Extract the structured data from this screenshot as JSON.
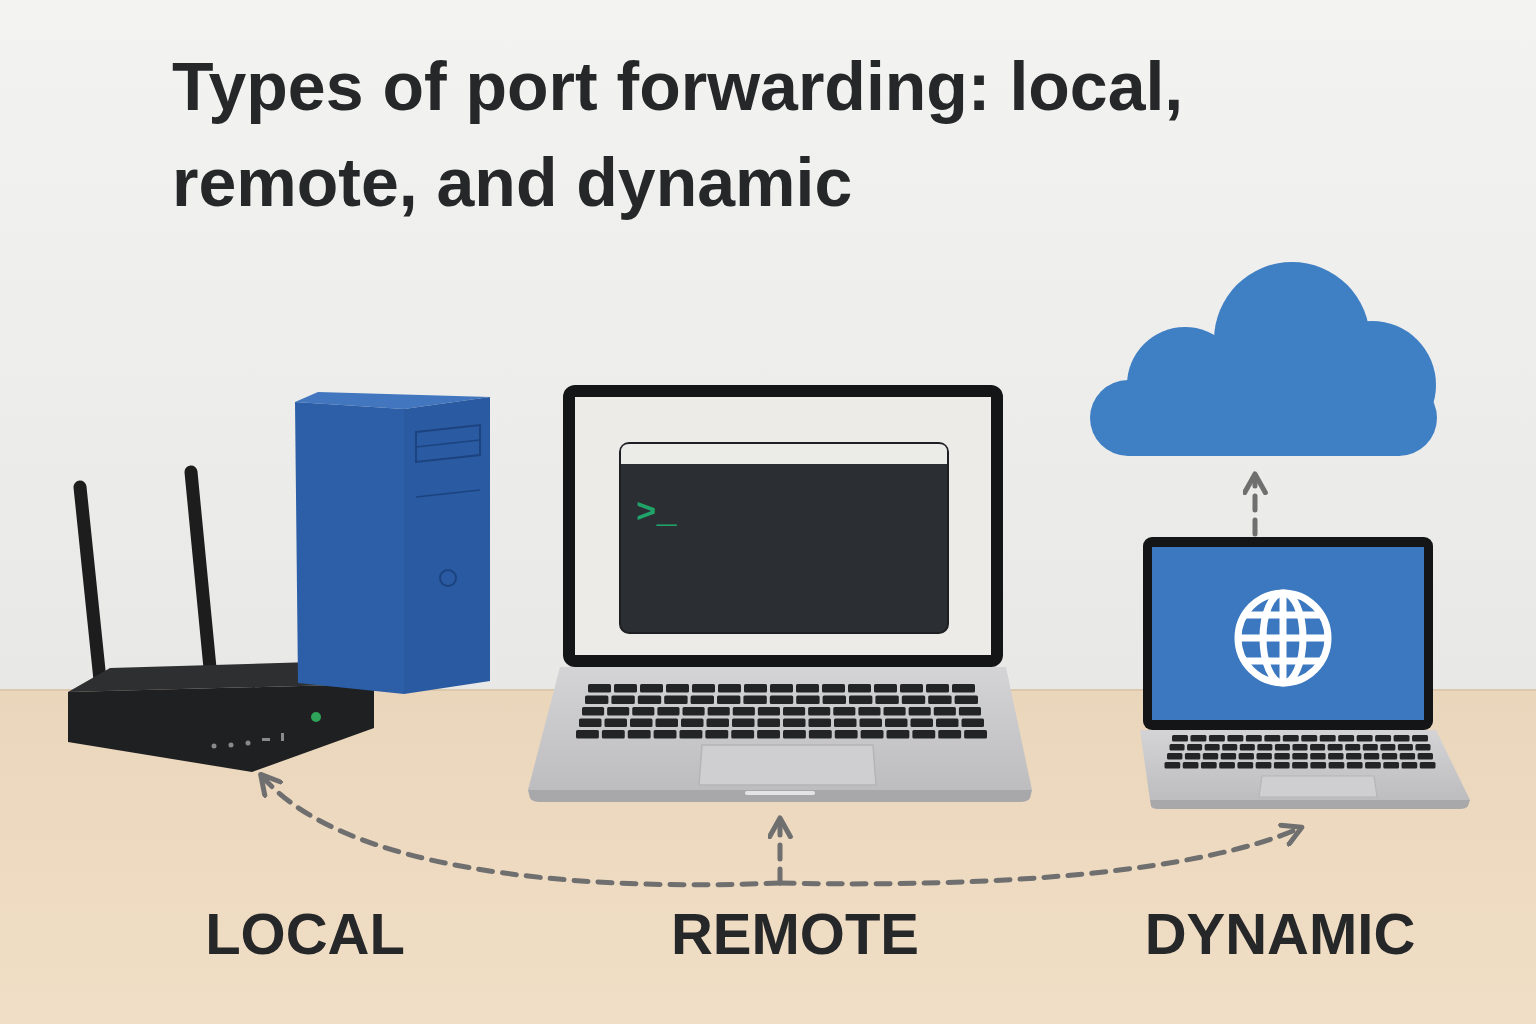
{
  "diagram": {
    "title": "Types of port forwarding: local, remote, and dynamic",
    "labels": [
      ">_",
      "LOCAL",
      "REMOTE",
      "DYNAMIC"
    ]
  }
}
